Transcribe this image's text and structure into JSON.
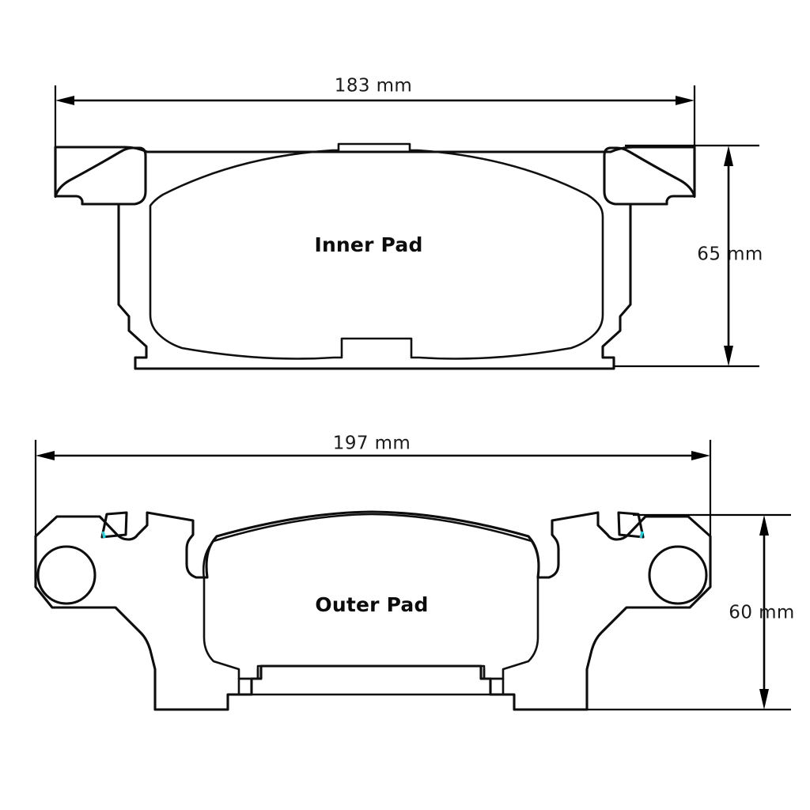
{
  "drawing": {
    "title": "Brake Pad Dimension Drawing",
    "background_color": "#ffffff",
    "line_color": "#0d0d0d",
    "accent_color": "#17d5e0"
  },
  "inner_pad": {
    "label": "Inner Pad",
    "width_dimension": {
      "value": "183 mm",
      "orientation": "horizontal",
      "position": "top"
    },
    "height_dimension": {
      "value": "65 mm",
      "orientation": "vertical",
      "position": "right"
    }
  },
  "outer_pad": {
    "label": "Outer Pad",
    "width_dimension": {
      "value": "197 mm",
      "orientation": "horizontal",
      "position": "top"
    },
    "height_dimension": {
      "value": "60 mm",
      "orientation": "vertical",
      "position": "right"
    }
  }
}
